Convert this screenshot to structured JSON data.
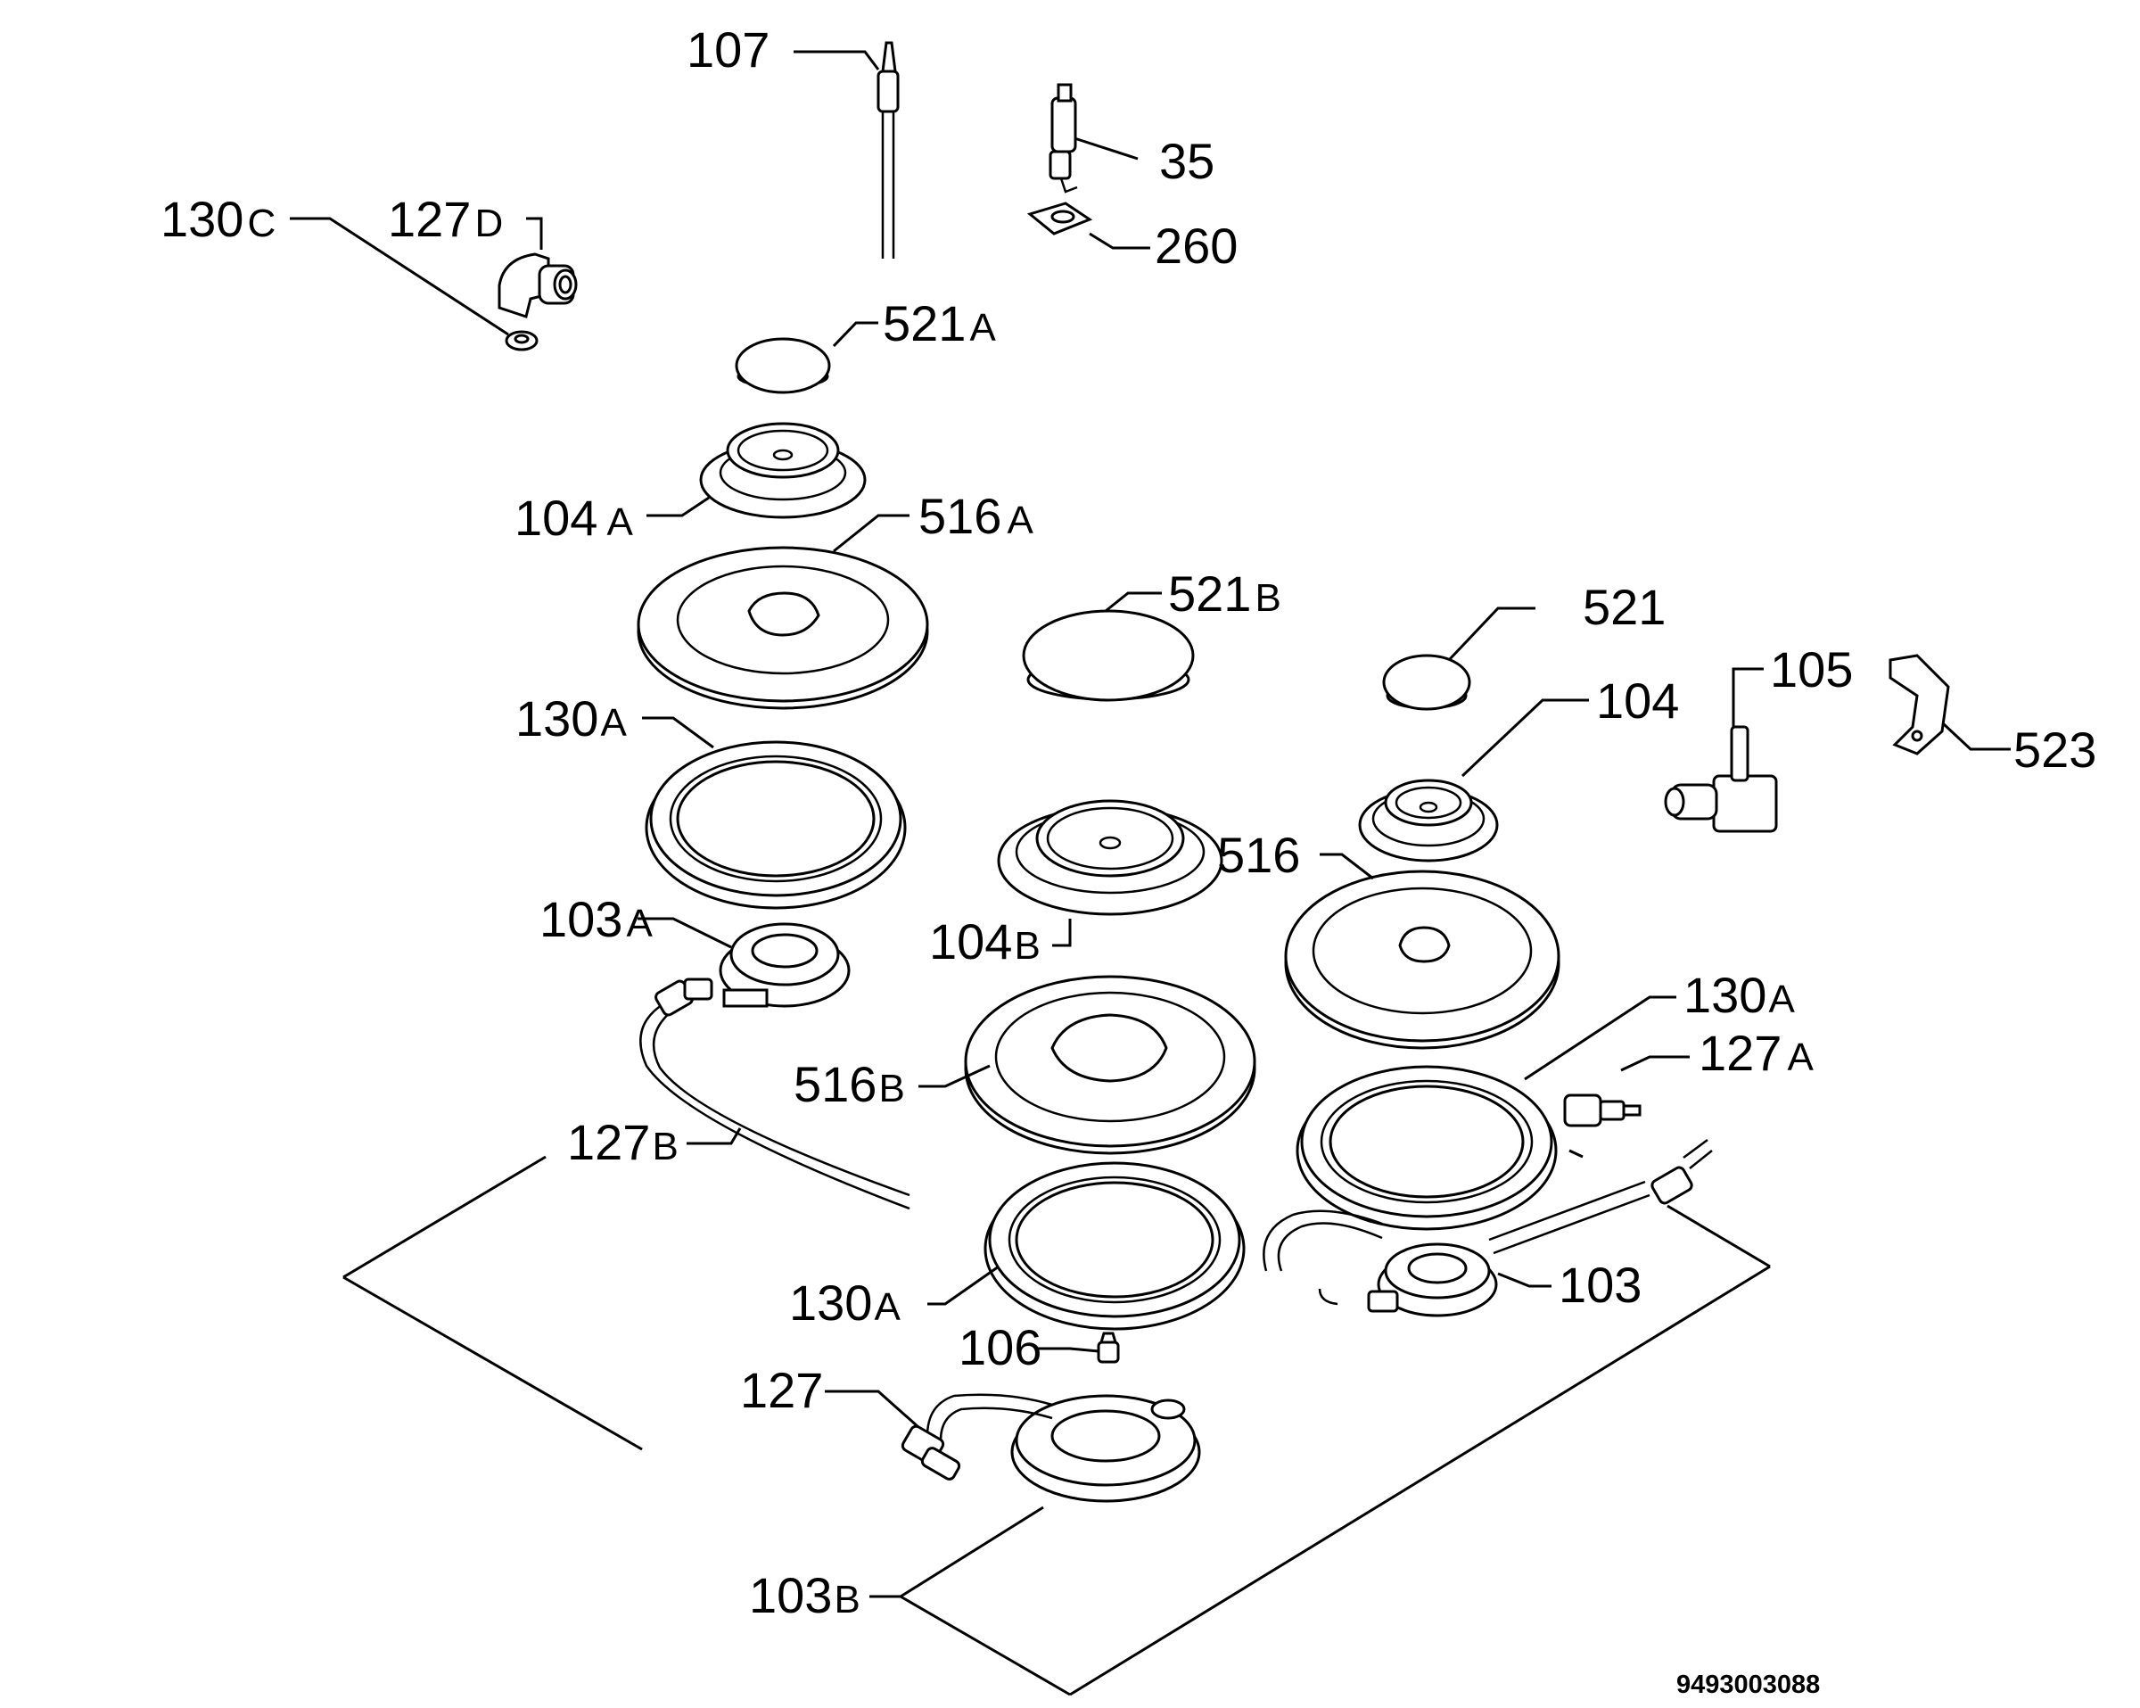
{
  "labels": {
    "p107": "107",
    "p35": "35",
    "p260": "260",
    "p130c": "130",
    "p130c_s": "C",
    "p127d": "127",
    "p127d_s": "D",
    "p521a": "521",
    "p521a_s": "A",
    "p104a": "104",
    "p104a_s": "A",
    "p516a": "516",
    "p516a_s": "A",
    "p521b": "521",
    "p521b_s": "B",
    "p521": "521",
    "p105": "105",
    "p104": "104",
    "p523": "523",
    "p130a_1": "130",
    "p130a_1_s": "A",
    "p516": "516",
    "p103a": "103",
    "p103a_s": "A",
    "p104b": "104",
    "p104b_s": "B",
    "p130a_2": "130",
    "p130a_2_s": "A",
    "p127a": "127",
    "p127a_s": "A",
    "p516b": "516",
    "p516b_s": "B",
    "p127b": "127",
    "p127b_s": "B",
    "p103": "103",
    "p130a_3": "130",
    "p130a_3_s": "A",
    "p106": "106",
    "p127": "127",
    "p103b": "103",
    "p103b_s": "B"
  },
  "drawing_code": "9493003088"
}
